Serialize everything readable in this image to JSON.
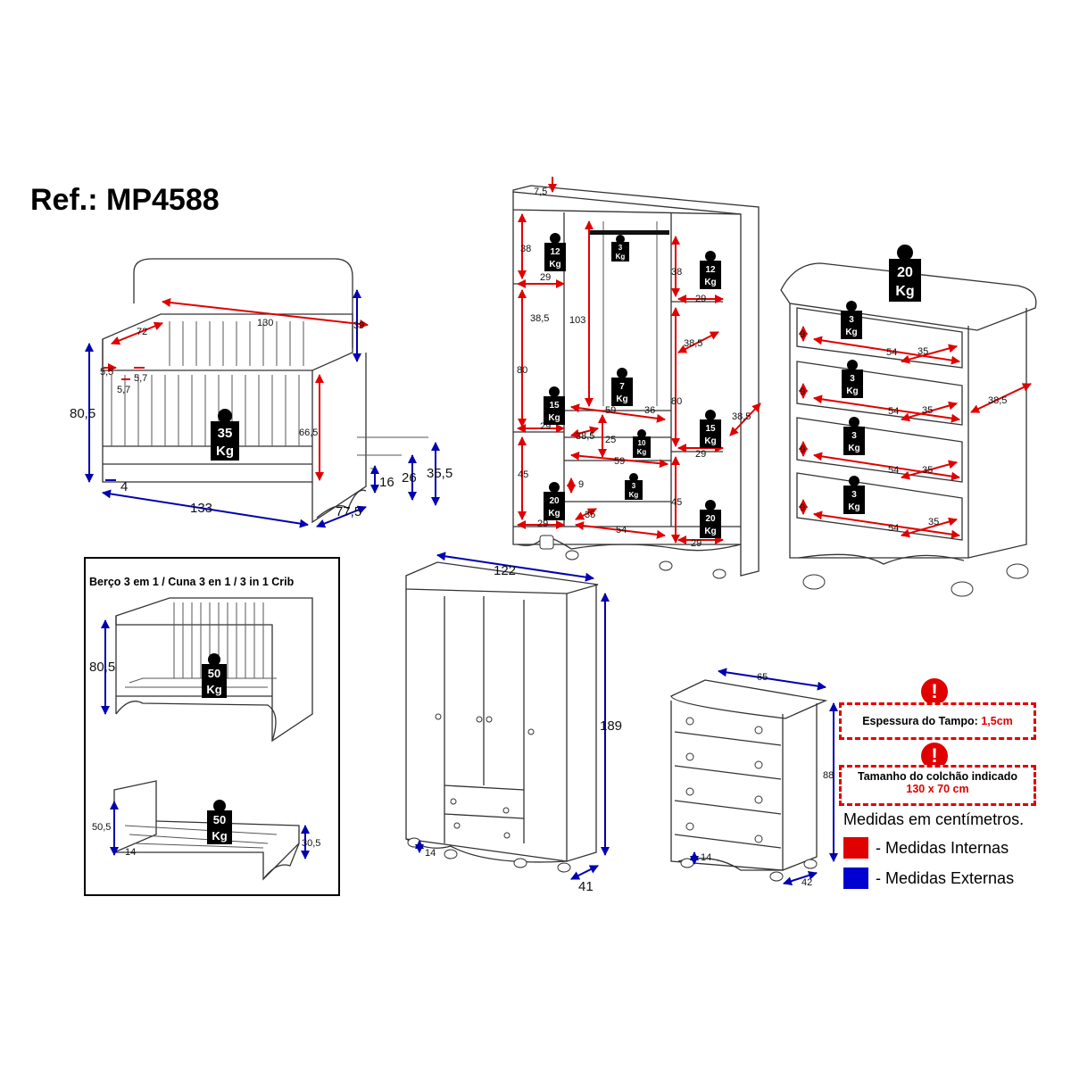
{
  "ref": "Ref.: MP4588",
  "crib_box_title": "Berço 3 em 1 / Cuna 3 en 1 / 3 in 1 Crib",
  "warnings": {
    "top_thickness_label": "Espessura do Tampo:",
    "top_thickness_value": "1,5cm",
    "mattress_label": "Tamanho do colchão indicado",
    "mattress_value": "130 x 70 cm"
  },
  "legend": {
    "title": "Medidas em centímetros.",
    "internal_label": "- Medidas Internas",
    "external_label": "- Medidas Externas",
    "internal_color": "#e00000",
    "external_color": "#0000d0"
  },
  "weights": {
    "crib": [
      "35",
      "Kg"
    ],
    "crib_mid": [
      "50",
      "Kg"
    ],
    "bed": [
      "50",
      "Kg"
    ],
    "dresser_top": [
      "20",
      "Kg"
    ],
    "drawer": [
      "3",
      "Kg"
    ],
    "shelf_12": [
      "12",
      "Kg"
    ],
    "shelf_15": [
      "15",
      "Kg"
    ],
    "shelf_20": [
      "20",
      "Kg"
    ],
    "shelf_7": [
      "7",
      "Kg"
    ],
    "shelf_10": [
      "10",
      "Kg"
    ],
    "rod": [
      "3",
      "Kg"
    ]
  },
  "crib_dims": {
    "w130": "130",
    "d72": "72",
    "h39": "39",
    "h805": "80,5",
    "h665": "66,5",
    "s55": "5,5",
    "s57a": "5,7",
    "s57b": "5,7",
    "d4": "4",
    "w133": "133",
    "d775": "77,5",
    "h16": "16",
    "h26": "26",
    "h355": "35,5"
  },
  "crib_alt_dims": {
    "h805": "80,5",
    "h505": "50,5",
    "h305": "30,5",
    "d14": "14"
  },
  "wardrobe_dims": {
    "top75": "7,5",
    "l38": "38",
    "l29a": "29",
    "l385a": "38,5",
    "l80": "80",
    "l29b": "29",
    "l45": "45",
    "l29c": "29",
    "c103": "103",
    "c59a": "59",
    "c36": "36",
    "c385": "38,5",
    "c25": "25",
    "c59b": "59",
    "c9": "9",
    "c35": "35",
    "c54": "54",
    "r38": "38",
    "r29a": "29",
    "r385": "38,5",
    "r80": "80",
    "r29b": "29",
    "r45": "45",
    "r29c": "29",
    "side385": "38,5",
    "w122": "122",
    "h189": "189",
    "d41": "41",
    "f14": "14"
  },
  "dresser_dims": {
    "d9": "9",
    "d54": "54",
    "d35": "35",
    "side385": "38,5",
    "w65": "65",
    "h88": "88",
    "d42": "42",
    "f14": "14"
  }
}
